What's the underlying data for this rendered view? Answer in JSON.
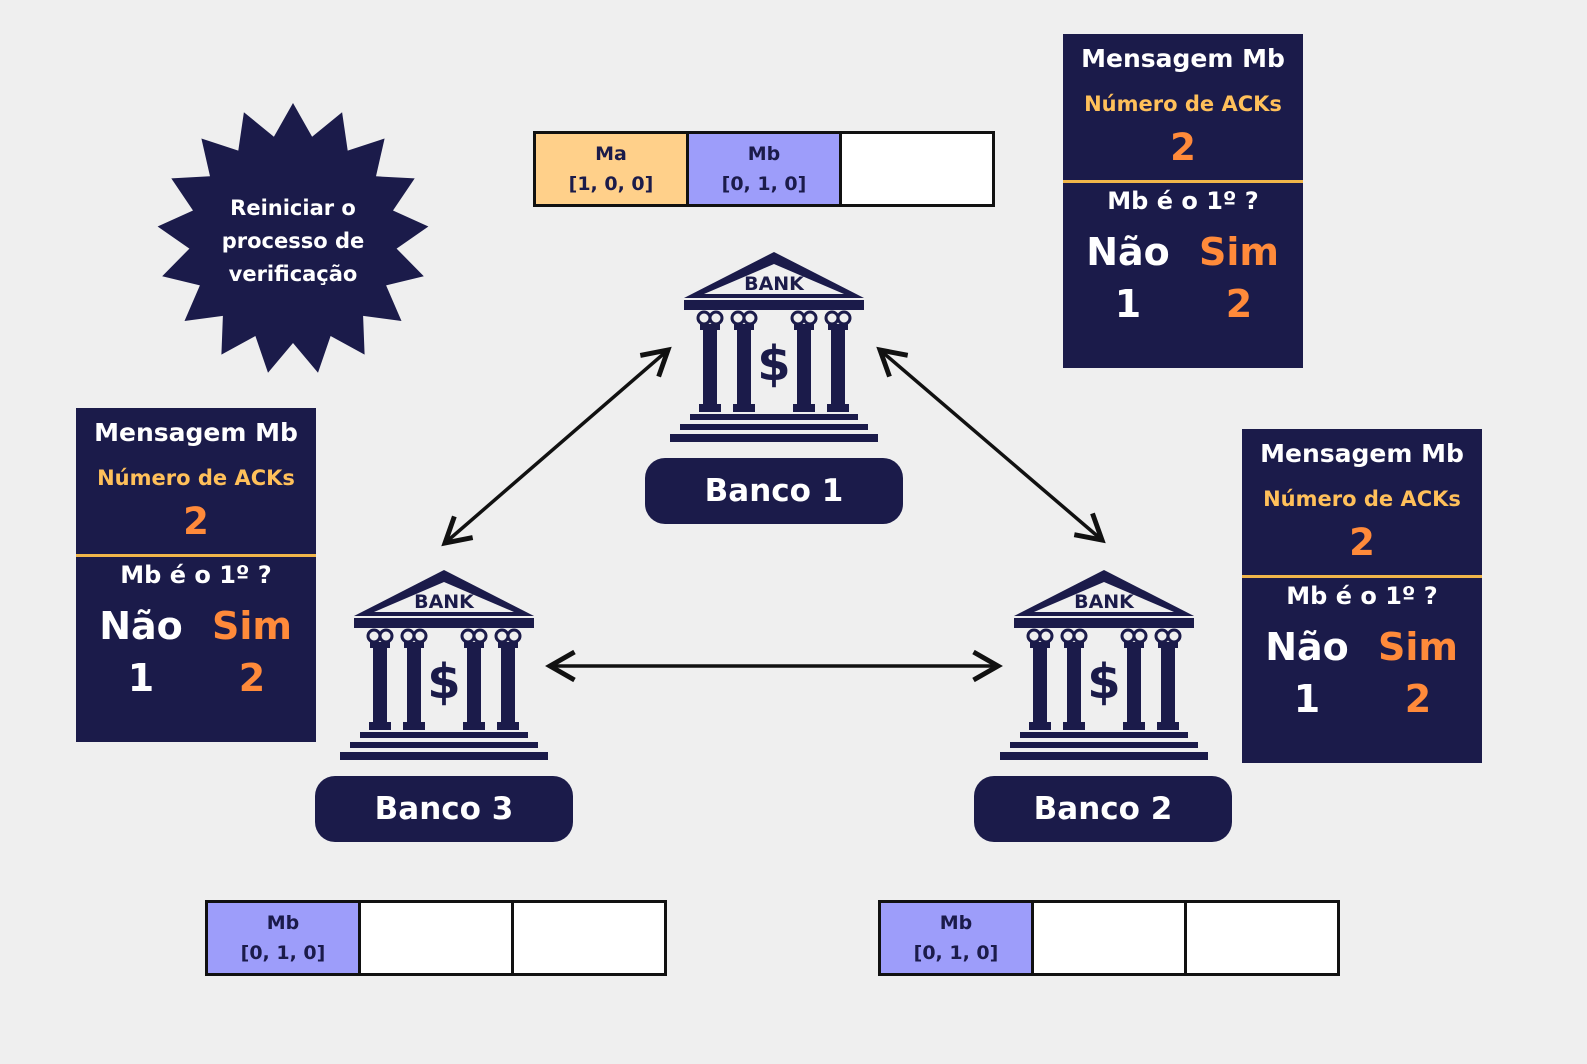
{
  "colors": {
    "navy": "#1b1b4a",
    "orange": "#ff8a3a",
    "gold": "#ffc05a",
    "divider": "#f0b64a",
    "ma_slot": "#ffd08a",
    "mb_slot": "#9d9dfa",
    "background": "#efefef"
  },
  "burst": {
    "text": "Reiniciar o processo de verificação"
  },
  "banks": [
    {
      "label": "Banco 1",
      "sign_text": "BANK",
      "icon": "bank-icon"
    },
    {
      "label": "Banco 2",
      "sign_text": "BANK",
      "icon": "bank-icon"
    },
    {
      "label": "Banco 3",
      "sign_text": "BANK",
      "icon": "bank-icon"
    }
  ],
  "queues": {
    "banco1": [
      {
        "name": "Ma",
        "clock": "[1, 0, 0]"
      },
      {
        "name": "Mb",
        "clock": "[0, 1, 0]"
      },
      {
        "name": "",
        "clock": ""
      }
    ],
    "banco3": [
      {
        "name": "Mb",
        "clock": "[0, 1, 0]"
      },
      {
        "name": "",
        "clock": ""
      },
      {
        "name": "",
        "clock": ""
      }
    ],
    "banco2": [
      {
        "name": "Mb",
        "clock": "[0, 1, 0]"
      },
      {
        "name": "",
        "clock": ""
      },
      {
        "name": "",
        "clock": ""
      }
    ]
  },
  "panels": {
    "top_right": {
      "title": "Mensagem Mb",
      "acks_label": "Número de ACKs",
      "acks": "2",
      "question": "Mb é o 1º ?",
      "no_label": "Não",
      "yes_label": "Sim",
      "no_count": "1",
      "yes_count": "2"
    },
    "left": {
      "title": "Mensagem Mb",
      "acks_label": "Número de ACKs",
      "acks": "2",
      "question": "Mb é o 1º ?",
      "no_label": "Não",
      "yes_label": "Sim",
      "no_count": "1",
      "yes_count": "2"
    },
    "right": {
      "title": "Mensagem Mb",
      "acks_label": "Número de ACKs",
      "acks": "2",
      "question": "Mb é o 1º ?",
      "no_label": "Não",
      "yes_label": "Sim",
      "no_count": "1",
      "yes_count": "2"
    }
  }
}
